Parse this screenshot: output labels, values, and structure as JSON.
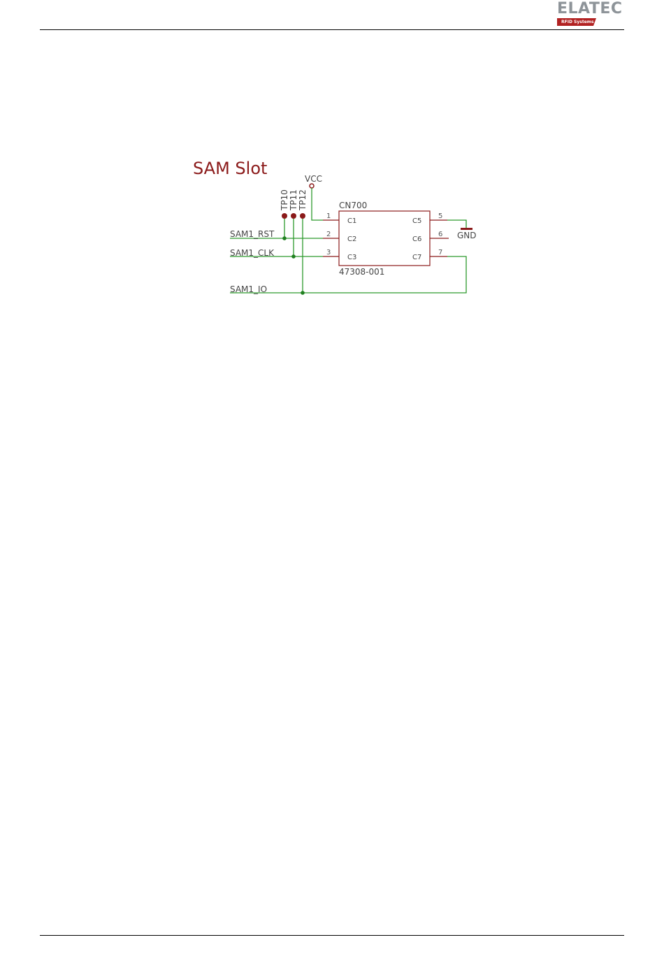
{
  "header": {
    "logo": {
      "word": "ELATEC",
      "tagline": "RFID Systems",
      "colors": {
        "word": "#8e9499",
        "tag_bg": "#b22222",
        "tag_text": "#ffffff"
      }
    }
  },
  "schematic": {
    "title": "SAM Slot",
    "supply_label": "VCC",
    "ground_label": "GND",
    "connector": {
      "refdes": "CN700",
      "part_number": "47308-001",
      "pins_left": [
        {
          "num": "1",
          "name": "C1"
        },
        {
          "num": "2",
          "name": "C2"
        },
        {
          "num": "3",
          "name": "C3"
        }
      ],
      "pins_right": [
        {
          "num": "5",
          "name": "C5"
        },
        {
          "num": "6",
          "name": "C6"
        },
        {
          "num": "7",
          "name": "C7"
        }
      ]
    },
    "test_points": [
      "TP10",
      "TP11",
      "TP12"
    ],
    "nets": [
      "SAM1_RST",
      "SAM1_CLK",
      "SAM1_IO"
    ],
    "colors": {
      "wire": "#2e9a2e",
      "part": "#8b1a1a",
      "title": "#8b1a1a"
    }
  }
}
